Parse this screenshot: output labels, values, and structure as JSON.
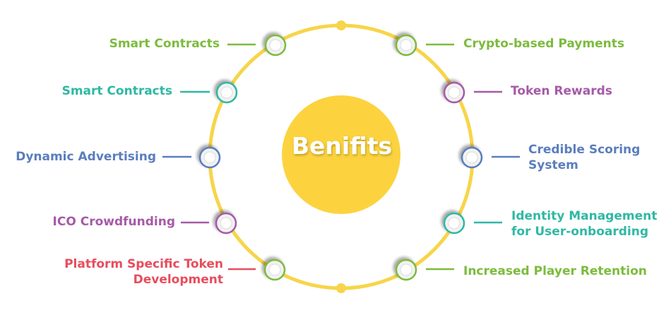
{
  "diagram": {
    "center_label": "Benifits",
    "colors": {
      "ring": "#f7d54a",
      "center": "#fcd33f",
      "node_fill": "#f2f2f2",
      "green": "#7cbb3d",
      "teal": "#2fb8a3",
      "blue": "#5a7ebd",
      "purple": "#a65aa7",
      "red": "#e84c5c"
    },
    "left_items": [
      {
        "lines": [
          "Smart Contracts"
        ],
        "color": "#7cbb3d"
      },
      {
        "lines": [
          "Smart Contracts"
        ],
        "color": "#2fb8a3"
      },
      {
        "lines": [
          "Dynamic Advertising"
        ],
        "color": "#5a7ebd"
      },
      {
        "lines": [
          "ICO Crowdfunding"
        ],
        "color": "#a65aa7"
      },
      {
        "lines": [
          "Platform Specific Token",
          "Development"
        ],
        "color": "#e84c5c",
        "node_color": "#7cbb3d"
      }
    ],
    "right_items": [
      {
        "lines": [
          "Crypto-based Payments"
        ],
        "color": "#7cbb3d"
      },
      {
        "lines": [
          "Token Rewards"
        ],
        "color": "#a65aa7"
      },
      {
        "lines": [
          "Credible Scoring",
          "System"
        ],
        "color": "#5a7ebd"
      },
      {
        "lines": [
          "Identity Management",
          "for User-onboarding"
        ],
        "color": "#2fb8a3"
      },
      {
        "lines": [
          "Increased Player Retention"
        ],
        "color": "#7cbb3d"
      }
    ]
  }
}
